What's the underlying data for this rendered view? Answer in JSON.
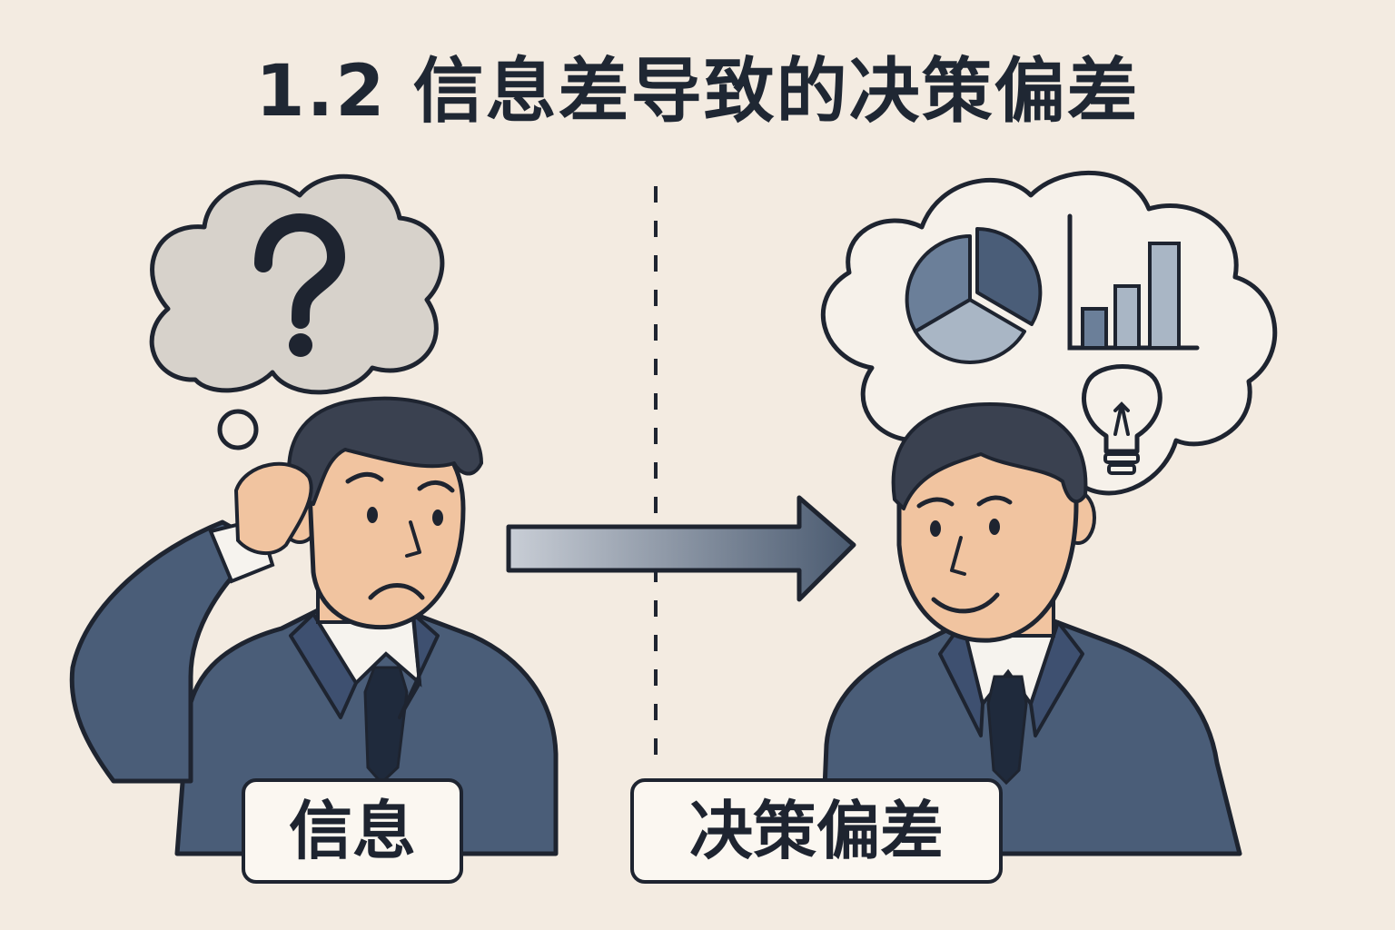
{
  "title": "1.2 信息差导致的决策偏差",
  "left_label": "信息",
  "right_label": "决策偏差",
  "icons": [
    "question-mark-icon",
    "pie-chart-icon",
    "bar-chart-icon",
    "lightbulb-icon",
    "arrow-right-icon"
  ],
  "colors": {
    "background": "#f3ebe1",
    "ink": "#1e2430",
    "suit": "#4a5d78",
    "hair": "#3a4150",
    "skin": "#f1c4a0",
    "confused_cloud": "#d7d2cb",
    "chart_dark": "#4a5d78",
    "chart_light": "#a9b6c5"
  }
}
